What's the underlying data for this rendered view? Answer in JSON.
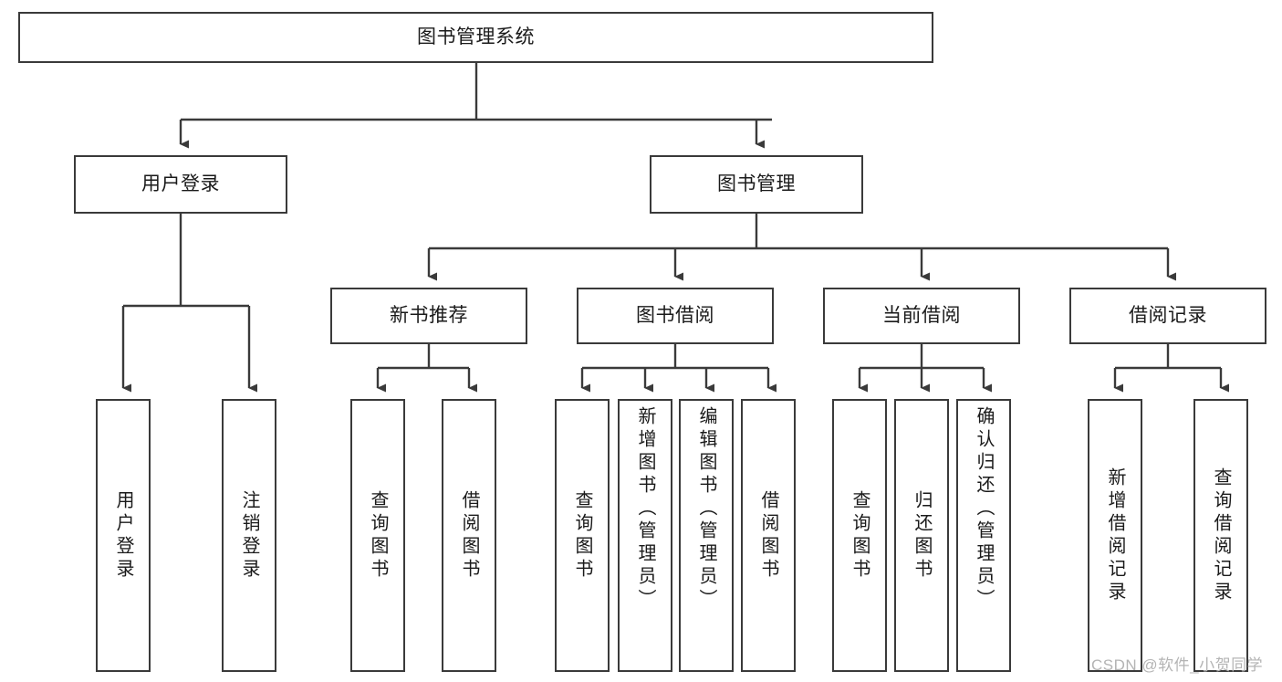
{
  "diagram": {
    "type": "tree-hierarchy",
    "title": "图书管理系统",
    "colors": {
      "box_border": "#3a3a3a",
      "box_fill": "#ffffff",
      "connector": "#3a3a3a",
      "text": "#1a1a1a",
      "background": "#ffffff",
      "watermark": "#b4b4b4"
    },
    "root": {
      "label": "图书管理系统"
    },
    "level2": [
      {
        "label": "用户登录"
      },
      {
        "label": "图书管理"
      }
    ],
    "level3": [
      {
        "label": "新书推荐"
      },
      {
        "label": "图书借阅"
      },
      {
        "label": "当前借阅"
      },
      {
        "label": "借阅记录"
      }
    ],
    "leaves": {
      "user_login": [
        {
          "label": "用户登录"
        },
        {
          "label": "注销登录"
        }
      ],
      "new_book_recommend": [
        {
          "label": "查询图书"
        },
        {
          "label": "借阅图书"
        }
      ],
      "book_borrow": [
        {
          "label": "查询图书"
        },
        {
          "label": "新增图书（管理员）"
        },
        {
          "label": "编辑图书（管理员）"
        },
        {
          "label": "借阅图书"
        }
      ],
      "current_borrow": [
        {
          "label": "查询图书"
        },
        {
          "label": "归还图书"
        },
        {
          "label": "确认归还（管理员）"
        }
      ],
      "borrow_record": [
        {
          "label": "新增借阅记录"
        },
        {
          "label": "查询借阅记录"
        }
      ]
    },
    "watermark": "CSDN @软件_小贺同学"
  }
}
